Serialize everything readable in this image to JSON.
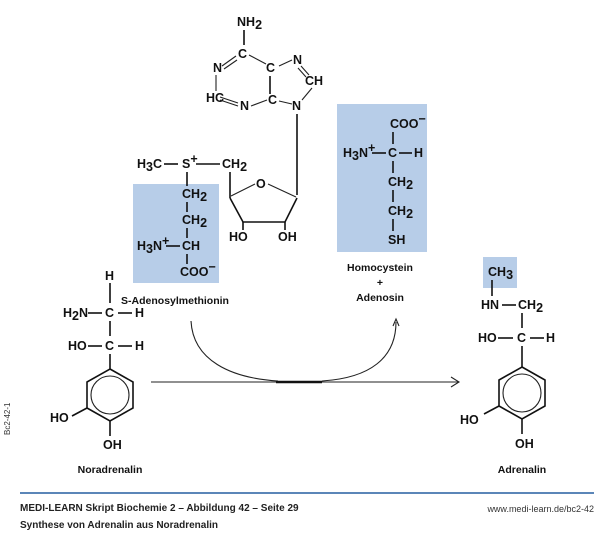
{
  "colors": {
    "highlight_box": "#b7cde8",
    "footer_rule": "#5b86b8",
    "ink": "#111111"
  },
  "side_code": "Bc2-42-1",
  "molecules": {
    "adenine": {
      "nh2": "NH2",
      "atoms": [
        "N",
        "C",
        "C",
        "N",
        "CH",
        "HC",
        "N",
        "C",
        "N"
      ]
    },
    "sam": {
      "name": "S-Adenosylmethionin",
      "h3c": "H3C",
      "s_plus": "S+",
      "ch2_top": "CH2",
      "chain": [
        "CH2",
        "CH2",
        "CH",
        "COO-"
      ],
      "amine": "H3N+",
      "ribose_o": "O",
      "ribose_ho": "HO",
      "ribose_oh": "OH"
    },
    "homocystein": {
      "coo": "COO-",
      "amine": "H3N+",
      "c": "C",
      "h": "H",
      "ch2_1": "CH2",
      "ch2_2": "CH2",
      "sh": "SH",
      "name_line1": "Homocystein",
      "plus": "+",
      "name_line2": "Adenosin"
    },
    "noradrenalin": {
      "name": "Noradrenalin",
      "h_top": "H",
      "h2n": "H2N",
      "c1": "C",
      "h1": "H",
      "ho": "HO",
      "c2": "C",
      "h2": "H",
      "ring_ho": "HO",
      "ring_oh": "OH"
    },
    "adrenalin": {
      "name": "Adrenalin",
      "ch3": "CH3",
      "hn": "HN",
      "ch2": "CH2",
      "ho": "HO",
      "c": "C",
      "h": "H",
      "ring_ho": "HO",
      "ring_oh": "OH"
    }
  },
  "footer": {
    "title": "MEDI-LEARN Skript Biochemie 2 – Abbildung 42 – Seite 29",
    "subtitle": "Synthese von Adrenalin aus Noradrenalin",
    "url": "www.medi-learn.de/bc2-42"
  }
}
